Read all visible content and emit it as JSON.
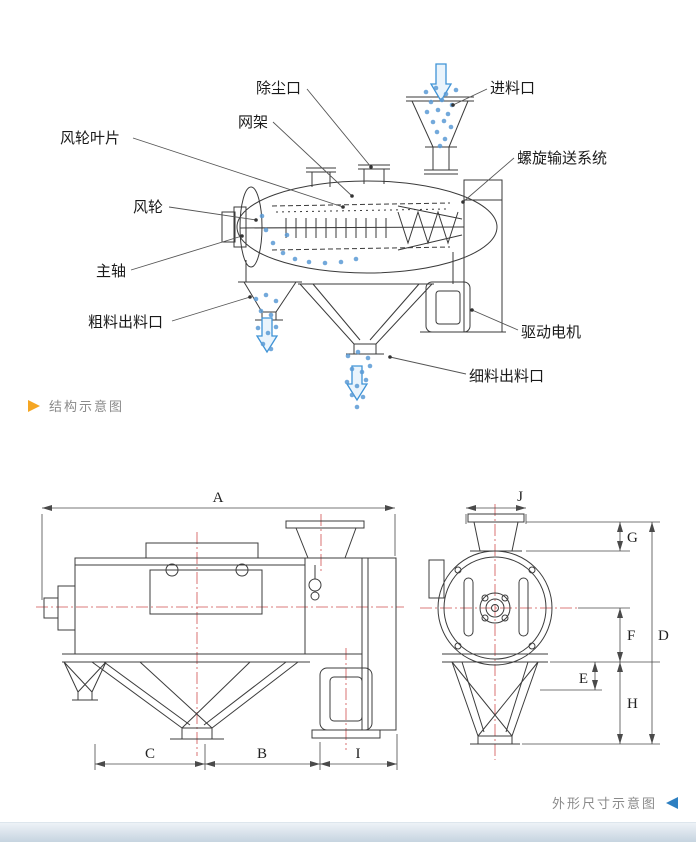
{
  "structure_diagram": {
    "caption": "结构示意图",
    "labels": {
      "dust_port": "除尘口",
      "feed_inlet": "进料口",
      "mesh_frame": "网架",
      "wind_wheel_blades": "风轮叶片",
      "screw_conveyor_system": "螺旋输送系统",
      "wind_wheel": "风轮",
      "main_shaft": "主轴",
      "coarse_outlet": "粗料出料口",
      "drive_motor": "驱动电机",
      "fine_outlet": "细料出料口"
    }
  },
  "dimension_diagram": {
    "caption": "外形尺寸示意图",
    "letters": {
      "a": "A",
      "b": "B",
      "c": "C",
      "d": "D",
      "e": "E",
      "f": "F",
      "g": "G",
      "h": "H",
      "i": "I",
      "j": "J"
    }
  },
  "colors": {
    "accent_yellow": "#f5a623",
    "accent_blue": "#2d7fc1",
    "drawing_line": "#3a3a3a",
    "centerline_red": "#cf5050",
    "particle_blue": "#5b9bd5"
  }
}
